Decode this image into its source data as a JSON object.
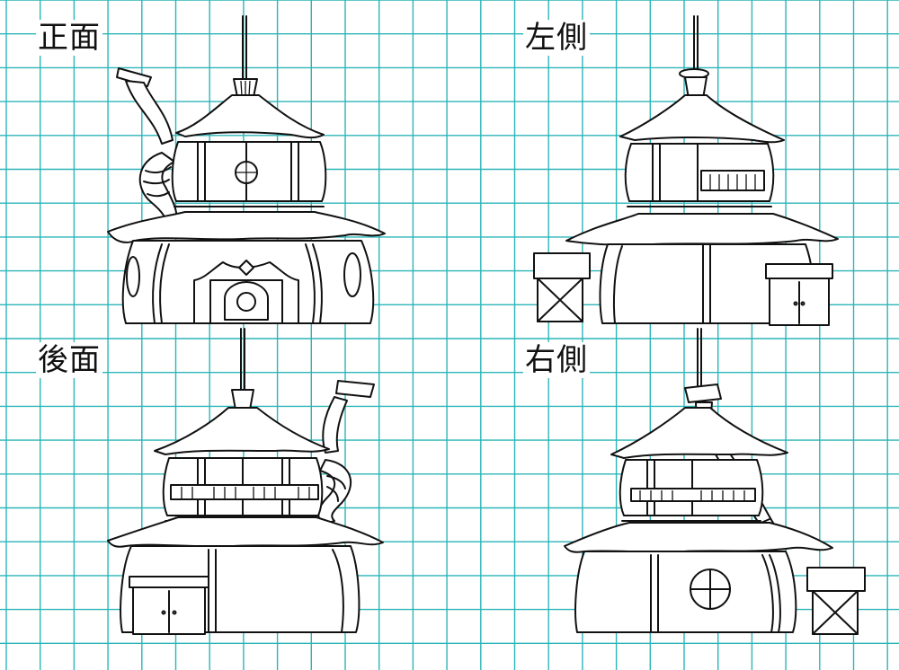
{
  "sheet": {
    "grid_color": "#2bb5b8",
    "line_color": "#111111",
    "background": "#ffffff"
  },
  "views": {
    "front": {
      "label": "正面"
    },
    "left": {
      "label": "左側"
    },
    "back": {
      "label": "後面"
    },
    "right": {
      "label": "右側"
    }
  }
}
